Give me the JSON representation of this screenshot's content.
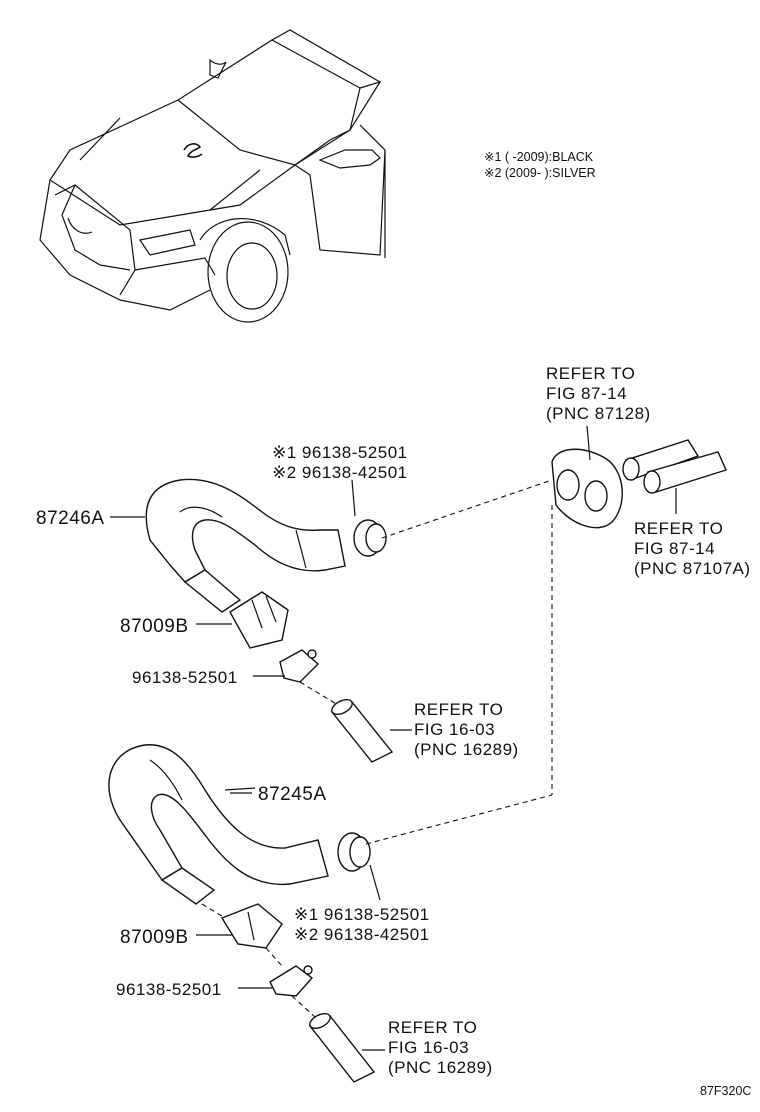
{
  "notes": {
    "line1": "※1 (         -2009):BLACK",
    "line2": "※2 (2009-        ):SILVER"
  },
  "labels": {
    "hose_upper": "87246A",
    "hose_lower": "87245A",
    "joint_upper": "87009B",
    "joint_lower": "87009B",
    "clamp_small_upper": "96138-52501",
    "clamp_small_lower": "96138-52501",
    "clamp_upper_1": "※1 96138-52501",
    "clamp_upper_2": "※2 96138-42501",
    "clamp_lower_1": "※1 96138-52501",
    "clamp_lower_2": "※2 96138-42501"
  },
  "refs": {
    "grommet": [
      "REFER TO",
      "FIG 87-14",
      "(PNC 87128)"
    ],
    "pipes": [
      "REFER TO",
      "FIG 87-14",
      "(PNC 87107A)"
    ],
    "pipe_upper": [
      "REFER TO",
      "FIG 16-03",
      "(PNC 16289)"
    ],
    "pipe_lower": [
      "REFER TO",
      "FIG 16-03",
      "(PNC 16289)"
    ]
  },
  "figure_code": "87F320C",
  "icons": {
    "vehicle": "vehicle-front-icon",
    "logo": "lexus-logo-icon"
  }
}
